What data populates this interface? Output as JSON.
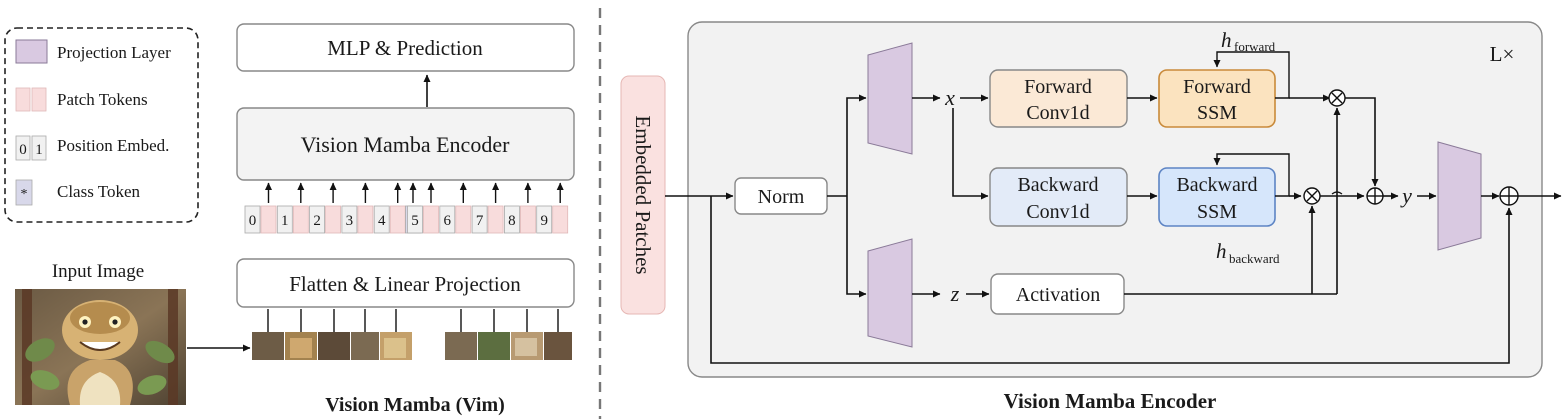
{
  "legend": {
    "items": [
      {
        "label": "Projection Layer",
        "color": "#d9c9e1"
      },
      {
        "label": "Patch Tokens",
        "color": "#f8dcdc"
      },
      {
        "label": "Position Embed.",
        "glyphs": "0 1"
      },
      {
        "label": "Class Token",
        "glyph": "*"
      }
    ]
  },
  "left_panel": {
    "mlp_label": "MLP & Prediction",
    "encoder_label": "Vision Mamba Encoder",
    "flatten_label": "Flatten & Linear Projection",
    "input_image_label": "Input Image",
    "caption": "Vision Mamba (Vim)",
    "position_embeds": [
      "0",
      "1",
      "2",
      "3",
      "4",
      "5",
      "6",
      "7",
      "8",
      "9"
    ],
    "class_token": "*"
  },
  "right_panel": {
    "embedded_patches_label": "Embedded Patches",
    "norm_label": "Norm",
    "forward_conv_line1": "Forward",
    "forward_conv_line2": "Conv1d",
    "forward_ssm_line1": "Forward",
    "forward_ssm_line2": "SSM",
    "backward_conv_line1": "Backward",
    "backward_conv_line2": "Conv1d",
    "backward_ssm_line1": "Backward",
    "backward_ssm_line2": "SSM",
    "activation_label": "Activation",
    "x_var": "x",
    "z_var": "z",
    "y_var": "y",
    "h_forward_base": "h",
    "h_forward_sub": "forward",
    "h_backward_base": "h",
    "h_backward_sub": "backward",
    "repeat_label": "L×",
    "multiply_symbol": "⊗",
    "add_symbol": "⊕",
    "caption": "Vision Mamba Encoder"
  },
  "colors": {
    "projection": "#d9c9e1",
    "patch_token": "#f8dcdc",
    "embedded_patches_bg": "#fae1e0",
    "forward_fill": "#fbe9d6",
    "forward_ssm_fill": "#fbe3bf",
    "forward_ssm_border": "#c98a3a",
    "backward_fill": "#e3ebf8",
    "backward_ssm_fill": "#d6e6fb",
    "backward_ssm_border": "#5d84c4",
    "panel_bg": "#f2f2f2",
    "box_border": "#888888"
  }
}
